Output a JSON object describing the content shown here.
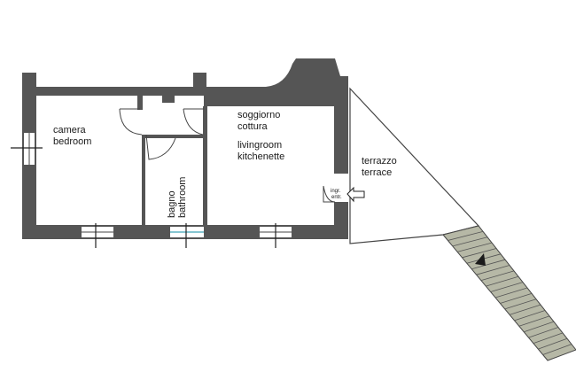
{
  "rooms": {
    "bedroom": {
      "line1": "camera",
      "line2": "bedroom"
    },
    "living": {
      "line1": "soggiorno",
      "line2": "cottura",
      "line3": "livingroom",
      "line4": "kitchenette"
    },
    "bathroom": {
      "line1": "bagno",
      "line2": "bathroom"
    },
    "terrace": {
      "line1": "terrazzo",
      "line2": "terrace"
    },
    "entrance": {
      "line1": "ingr.",
      "line2": "entr."
    }
  },
  "colors": {
    "wall": "#555555",
    "stair_fill": "#b6b8a6",
    "window": "#5fb3c4"
  }
}
